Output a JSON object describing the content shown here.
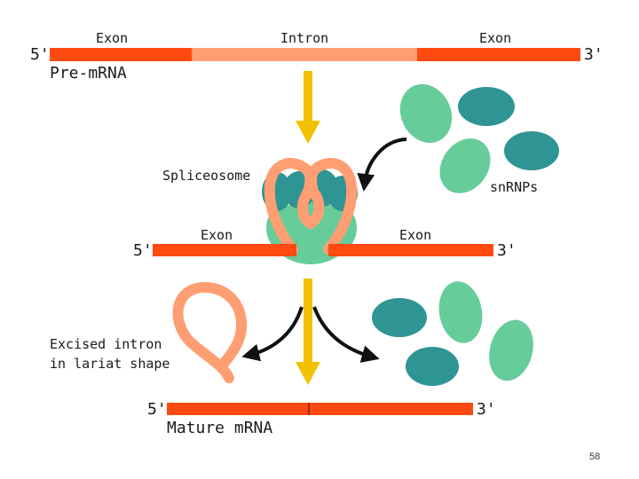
{
  "labels": {
    "top_exon_left": "Exon",
    "top_intron": "Intron",
    "top_exon_right": "Exon",
    "top_five_prime": "5'",
    "top_three_prime": "3'",
    "pre_mrna": "Pre-mRNA",
    "spliceosome": "Spliceosome",
    "snrnps": "snRNPs",
    "mid_exon_left": "Exon",
    "mid_exon_right": "Exon",
    "mid_five_prime": "5'",
    "mid_three_prime": "3'",
    "excised_intron_line1": "Excised intron",
    "excised_intron_line2": "in lariat shape",
    "bottom_five_prime": "5'",
    "bottom_three_prime": "3'",
    "mature_mrna": "Mature mRNA"
  },
  "page_number": "58",
  "colors": {
    "exon": "#ff4a12",
    "intron": "#ff9e72",
    "snrnp_dark": "#2f9494",
    "snrnp_light": "#66cc99",
    "arrow_yellow": "#f2c200",
    "arrow_black": "#111111"
  }
}
